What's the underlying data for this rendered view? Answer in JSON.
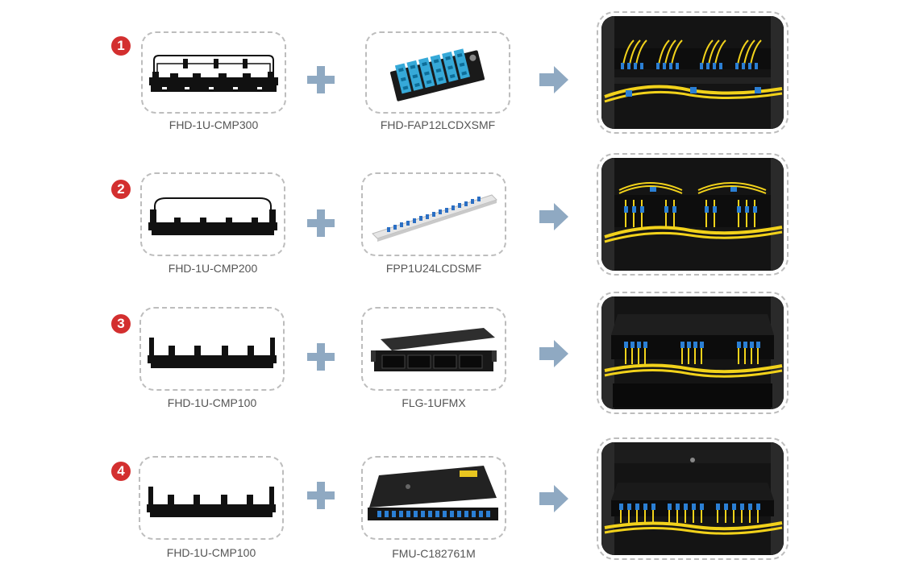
{
  "rows": [
    {
      "number": "1",
      "manager": "FHD-1U-CMP300",
      "panel": "FHD-FAP12LCDXSMF"
    },
    {
      "number": "2",
      "manager": "FHD-1U-CMP200",
      "panel": "FPP1U24LCDSMF"
    },
    {
      "number": "3",
      "manager": "FHD-1U-CMP100",
      "panel": "FLG-1UFMX"
    },
    {
      "number": "4",
      "manager": "FHD-1U-CMP100",
      "panel": "FMU-C182761M"
    }
  ],
  "colors": {
    "badge": "#d32f2f",
    "plus": "#8fa9c2",
    "arrow": "#8fa9c2",
    "fiber": "#f2d21b",
    "connector": "#2b7fd4"
  },
  "icons": {
    "plus": "plus-icon",
    "arrow": "right-arrow-icon"
  }
}
